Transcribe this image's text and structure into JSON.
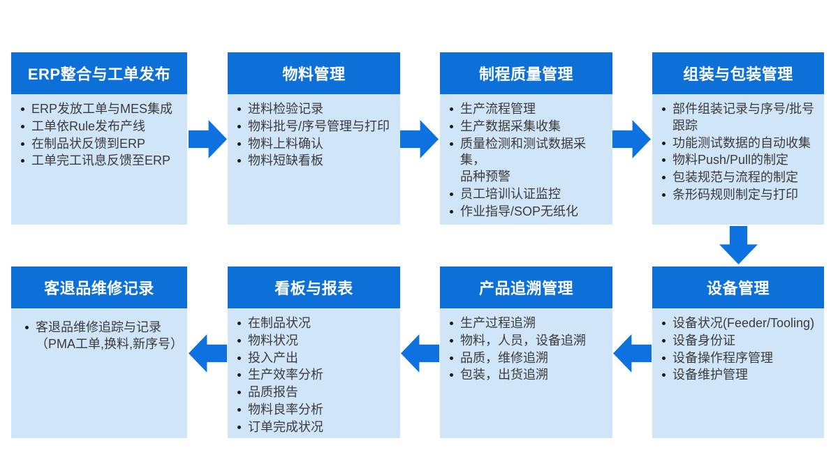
{
  "diagram": {
    "colors": {
      "header": "#0d70d9",
      "body_bg": "#d0e5f8",
      "arrow": "#0d72e0",
      "text": "#3b3b3b",
      "title_text": "#ffffff",
      "page_bg": "#ffffff"
    },
    "modules": [
      {
        "title": "ERP整合与工单发布",
        "items": [
          "ERP发放工单与MES集成",
          "工单依Rule发布产线",
          "在制品状反馈到ERP",
          "工单完工讯息反馈至ERP"
        ]
      },
      {
        "title": "物料管理",
        "items": [
          "进料检验记录",
          "物料批号/序号管理与打印",
          "物料上料确认",
          "物料短缺看板"
        ]
      },
      {
        "title": "制程质量管理",
        "items": [
          "生产流程管理",
          "生产数据采集收集",
          "质量检测和测试数据采集，\n品种预警",
          "员工培训认证监控",
          "作业指导/SOP无纸化"
        ]
      },
      {
        "title": "组装与包装管理",
        "items": [
          "部件组装记录与序号/批号\n跟踪",
          "功能测试数据的自动收集",
          "物料Push/Pull的制定",
          "包装规范与流程的制定",
          "条形码规则制定与打印"
        ]
      },
      {
        "title": "设备管理",
        "items": [
          "设备状况(Feeder/Tooling)",
          "设备身份证",
          "设备操作程序管理",
          "设备维护管理"
        ]
      },
      {
        "title": "产品追溯管理",
        "items": [
          "生产过程追溯",
          "物料，人员，设备追溯",
          "品质，维修追溯",
          "包装，出货追溯"
        ]
      },
      {
        "title": "看板与报表",
        "items": [
          "在制品状况",
          "物料状况",
          "投入产出",
          "生产效率分析",
          "品质报告",
          "物料良率分析",
          "订单完成状况"
        ]
      },
      {
        "title": "客退品维修记录",
        "items": [
          "客退品维修追踪与记录\n（PMA工单,换料,新序号）"
        ]
      }
    ],
    "arrows": [
      {
        "direction": "right"
      },
      {
        "direction": "right"
      },
      {
        "direction": "right"
      },
      {
        "direction": "down"
      },
      {
        "direction": "left"
      },
      {
        "direction": "left"
      },
      {
        "direction": "left"
      }
    ]
  }
}
